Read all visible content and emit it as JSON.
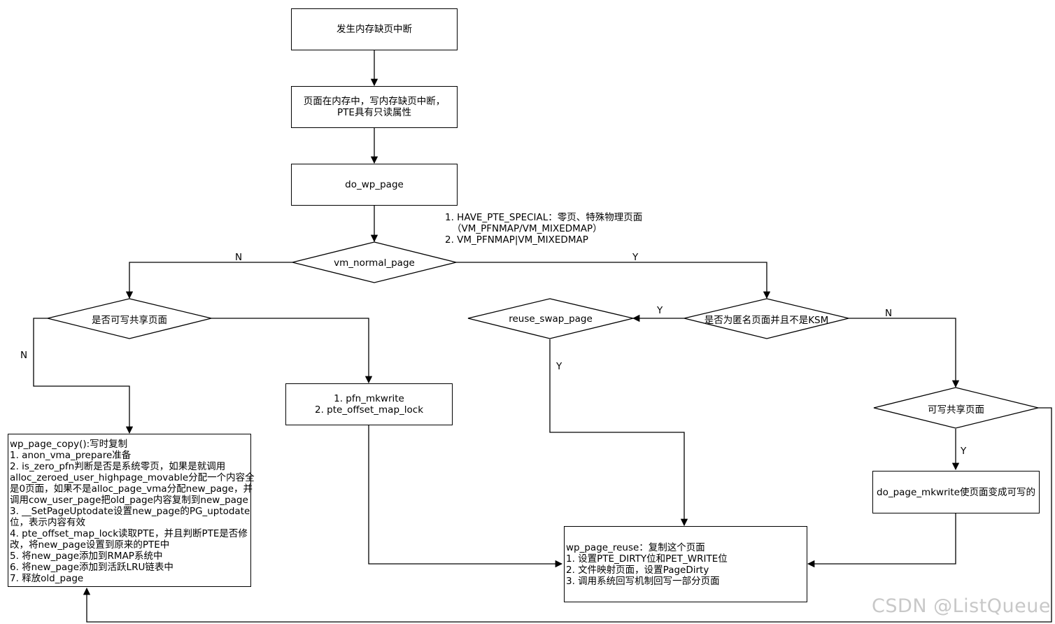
{
  "nodes": {
    "start": "发生内存缺页中断",
    "in_memory": [
      "页面在内存中，写内存缺页中断，",
      "PTE具有只读属性"
    ],
    "do_wp_page": "do_wp_page",
    "vm_normal_page": "vm_normal_page",
    "shared_writable_q": "是否可写共享页面",
    "pfn_mkwrite": [
      "1. pfn_mkwrite",
      "2. pte_offset_map_lock"
    ],
    "wp_page_copy": [
      "wp_page_copy():写时复制",
      "1. anon_vma_prepare准备",
      "2. is_zero_pfn判断是否是系统零页，如果是就调用",
      "alloc_zeroed_user_highpage_movable分配一个内容全",
      "是0页面，如果不是alloc_page_vma分配new_page，并",
      "调用cow_user_page把old_page内容复制到new_page",
      "3. __SetPageUptodate设置new_page的PG_uptodate",
      "位，表示内容有效",
      "4. pte_offset_map_lock读取PTE，并且判断PTE是否修",
      "改，将new_page设置到原来的PTE中",
      "5. 将new_page添加到RMAP系统中",
      "6. 将new_page添加到活跃LRU链表中",
      "7. 释放old_page"
    ],
    "anon_not_ksm_q": "是否为匿名页面并且不是KSM",
    "reuse_swap_page": "reuse_swap_page",
    "writable_shared_q": "可写共享页面",
    "do_page_mkwrite": "do_page_mkwrite使页面变成可写的",
    "wp_page_reuse": [
      "wp_page_reuse：复制这个页面",
      "1. 设置PTE_DIRTY位和PET_WRITE位",
      "2. 文件映射页面，设置PageDirty",
      "3. 调用系统回写机制回写一部分页面"
    ]
  },
  "annotation": [
    "1. HAVE_PTE_SPECIAL：零页、特殊物理页面",
    "（VM_PFNMAP/VM_MIXEDMAP）",
    "2. VM_PFNMAP|VM_MIXEDMAP"
  ],
  "edge_labels": {
    "vm_normal_n": "N",
    "vm_normal_y": "Y",
    "shared_q_n": "N",
    "reuse_swap_y_left": "Y",
    "reuse_swap_y_down": "Y",
    "anon_n": "N",
    "writable_y": "Y"
  },
  "watermark": "CSDN @ListQueue"
}
